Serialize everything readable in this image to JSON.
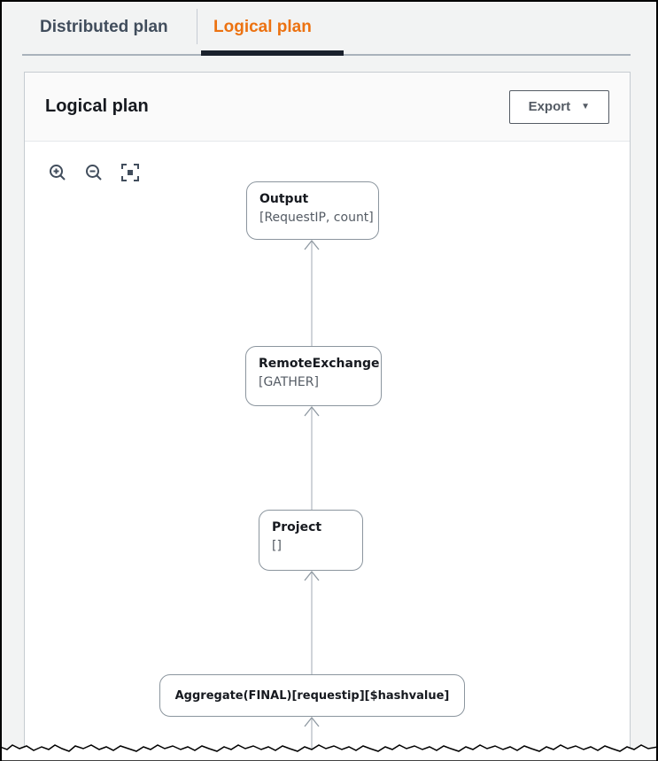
{
  "tabs": {
    "items": [
      {
        "label": "Distributed plan",
        "active": false
      },
      {
        "label": "Logical plan",
        "active": true
      }
    ]
  },
  "panel": {
    "title": "Logical plan",
    "export_button": {
      "label": "Export",
      "caret": "▼"
    }
  },
  "toolbar": {
    "icons": [
      "zoom-in",
      "zoom-out",
      "fit-to-screen"
    ]
  },
  "diagram": {
    "nodes": [
      {
        "id": "output",
        "title": "Output",
        "subtitle": "[RequestIP, count]"
      },
      {
        "id": "remote-exchange",
        "title": "RemoteExchange",
        "subtitle": "[GATHER]"
      },
      {
        "id": "project",
        "title": "Project",
        "subtitle": "[]"
      },
      {
        "id": "aggregate",
        "title": "Aggregate(FINAL)[requestip][$hashvalue]",
        "subtitle": ""
      }
    ],
    "edges": [
      {
        "from": "remote-exchange",
        "to": "output"
      },
      {
        "from": "project",
        "to": "remote-exchange"
      },
      {
        "from": "aggregate",
        "to": "project"
      },
      {
        "from": "offscreen-below",
        "to": "aggregate"
      }
    ]
  },
  "colors": {
    "accent_orange": "#ec7211",
    "tab_inactive_text": "#414d5c",
    "active_tab_underline": "#1a212c",
    "page_background": "#f2f3f3",
    "panel_header_background": "#fafafa",
    "button_border_text": "#545b64",
    "node_border": "#8b959e",
    "node_subtitle_text": "#545b64",
    "connector_line": "#c0c6cc",
    "arrowhead": "#8e98a1"
  }
}
